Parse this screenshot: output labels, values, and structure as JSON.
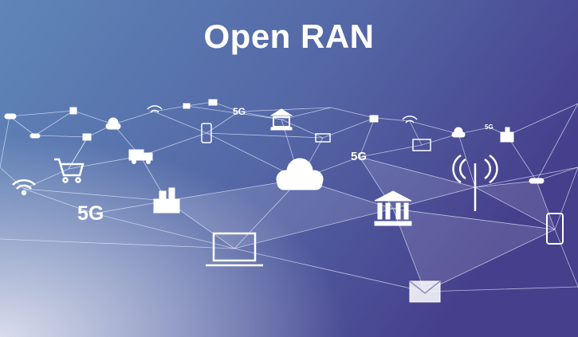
{
  "title": "Open RAN",
  "labels": {
    "fiveg_large": "5G",
    "fiveg_mid": "5G",
    "fiveg_top": "5G",
    "fiveg_small": "5G"
  },
  "colors": {
    "bg_left": "#5f86b8",
    "bg_right": "#463f8c",
    "bg_bottom_left": "#d3d6e6",
    "line": "#e8ecff",
    "icon": "#ffffff"
  },
  "icons": [
    "wifi-icon",
    "cart-icon",
    "building-icon",
    "laptop-icon",
    "cloud-icon",
    "bank-icon",
    "antenna-icon",
    "phone-icon",
    "mail-icon",
    "truck-icon",
    "car-icon",
    "router-icon"
  ]
}
